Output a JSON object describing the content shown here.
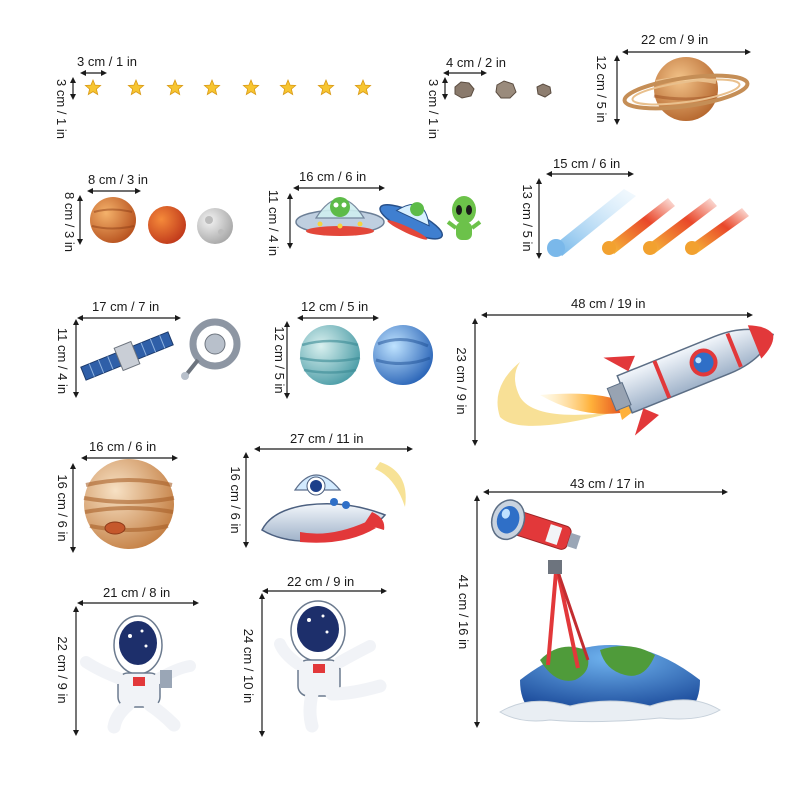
{
  "labels": {
    "stars_w": "3 cm / 1 in",
    "stars_h": "3 cm / 1 in",
    "asteroids_w": "4 cm / 2 in",
    "asteroids_h": "3 cm / 1 in",
    "saturn_w": "22 cm / 9 in",
    "saturn_h": "12 cm / 5 in",
    "planets_small_w": "8 cm / 3 in",
    "planets_small_h": "8 cm / 3 in",
    "ufo_w": "16 cm / 6 in",
    "ufo_h": "11 cm / 4 in",
    "comets_w": "15 cm / 6 in",
    "comets_h": "13 cm / 5 in",
    "satellites_w": "17 cm / 7 in",
    "satellites_h": "11 cm / 4 in",
    "neptune_w": "12 cm / 5 in",
    "neptune_h": "12 cm / 5 in",
    "rocket_w": "48 cm / 19 in",
    "rocket_h": "23 cm / 9 in",
    "jupiter_w": "16 cm / 6 in",
    "jupiter_h": "16 cm / 6 in",
    "spaceship_w": "27 cm / 11 in",
    "spaceship_h": "16 cm / 6 in",
    "astro1_w": "21 cm / 8 in",
    "astro1_h": "22 cm / 9 in",
    "astro2_w": "22 cm / 9 in",
    "astro2_h": "24 cm / 10 in",
    "telescope_w": "43 cm / 17 in",
    "telescope_h": "41 cm / 16 in"
  },
  "colors": {
    "star": "#f7c531",
    "saturn": "#d9874a",
    "mars": "#c9672d",
    "neptune": "#7fc1c8",
    "uranus": "#4f8fd6",
    "jupiter": "#d9a066",
    "rocket_body": "#c9d6e6",
    "rocket_red": "#e2383a",
    "earth_green": "#4f9b3a",
    "earth_blue": "#2c6fc3"
  }
}
